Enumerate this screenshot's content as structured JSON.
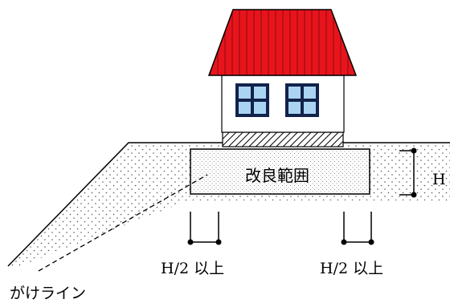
{
  "labels": {
    "improvement_range": "改良範囲",
    "height": "H",
    "half_height_left": "H/2 以上",
    "half_height_right": "H/2 以上",
    "cliff_line": "がけライン"
  },
  "colors": {
    "roof": "#e8141c",
    "window_glass": "#aad4f2",
    "window_frame": "#12224a",
    "soil_dots": "#555555",
    "foundation_hatch": "#000000"
  },
  "icons": {
    "house": "house-icon",
    "window": "window-icon"
  }
}
